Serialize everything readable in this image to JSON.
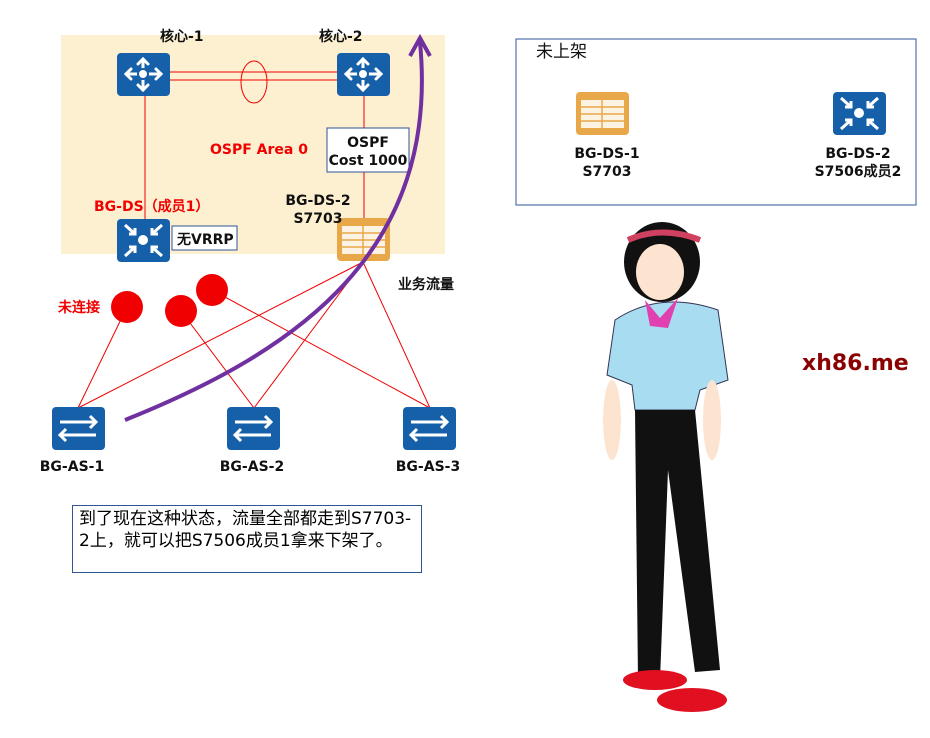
{
  "diagram": {
    "core1": "核心-1",
    "core2": "核心-2",
    "ospf_area": "OSPF Area 0",
    "ospf_cost_line1": "OSPF",
    "ospf_cost_line2": "Cost 1000",
    "bg_ds_member1": "BG-DS（成员1）",
    "no_vrrp": "无VRRP",
    "bg_ds2_line1": "BG-DS-2",
    "bg_ds2_line2": "S7703",
    "not_connected": "未连接",
    "traffic": "业务流量",
    "as1": "BG-AS-1",
    "as2": "BG-AS-2",
    "as3": "BG-AS-3"
  },
  "offline": {
    "title": "未上架",
    "dev1_line1": "BG-DS-1",
    "dev1_line2": "S7703",
    "dev2_line1": "BG-DS-2",
    "dev2_line2": "S7506成员2"
  },
  "note": "到了现在这种状态，流量全部都走到S7703-2上，就可以把S7506成员1拿来下架了。",
  "watermark": "xh86.me",
  "colors": {
    "area": "#fdf0d0",
    "device_blue": "#1560a8",
    "device_orange": "#e8a84a",
    "link": "#f00000",
    "arrow": "#7030a0",
    "box": "#2f5597",
    "watermark": "#8b0000"
  }
}
